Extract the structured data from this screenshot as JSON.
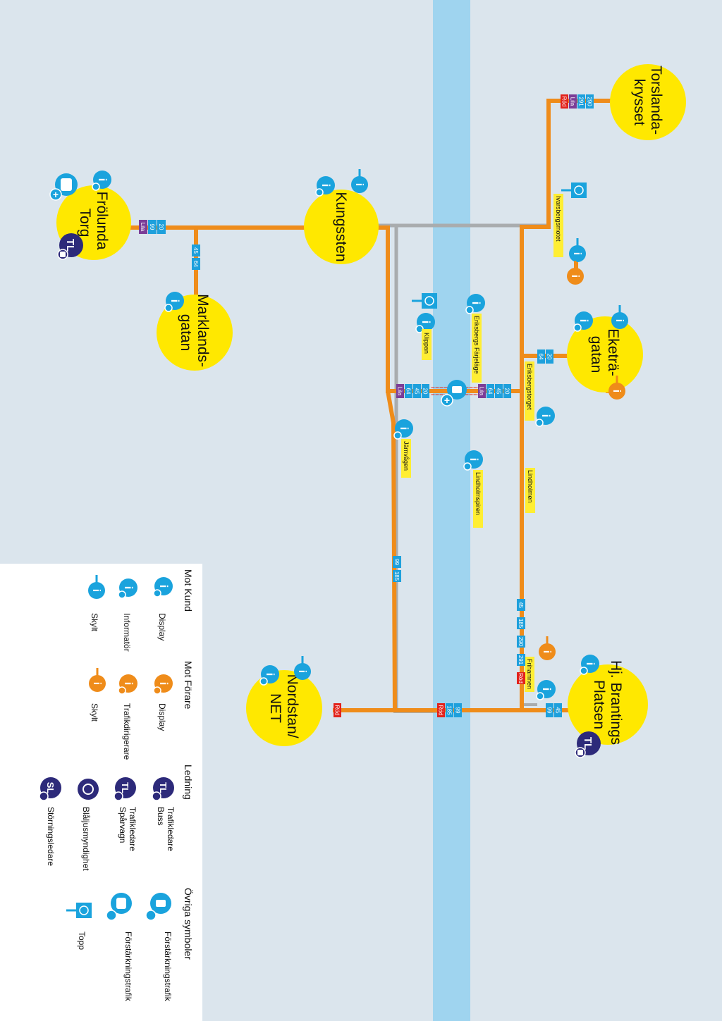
{
  "colors": {
    "background": "#dbe5ed",
    "river": "#9fd4ef",
    "route": "#ef8c1a",
    "grey_route": "#a9acae",
    "hub": "#ffe800",
    "info_blue": "#1aa3dd",
    "info_orange": "#ef8c1a",
    "badge_blue": "#1ea0dc",
    "badge_lila": "#7b3d97",
    "badge_rod": "#e2221b",
    "label_yellow": "#ffee33",
    "navy": "#2d2a7a"
  },
  "hubs": {
    "frolunda": [
      "Frölunda",
      "Torg"
    ],
    "kungssten": [
      "Kungssten"
    ],
    "marklands": [
      "Marklands-",
      "gatan"
    ],
    "torslanda": [
      "Torslanda-",
      "krysset"
    ],
    "eketra": [
      "Eketrä-",
      "gatan"
    ],
    "nordstan": [
      "Nordstan/",
      "NET"
    ],
    "brantings": [
      "Hj. Brantings",
      "Platsen"
    ]
  },
  "stops": {
    "ivarsbergsmotet": "Ivarsbergsmotet",
    "klippan": "Klippan",
    "eriksbergs_farjelage": "Eriksbergs Färjeläge",
    "eriksbergstorget": "Eriksbergstorget",
    "jarnvagen": "Järnvågen",
    "lindholmspiren": "Lindholmspiren",
    "lindholmen": "Lindholmen",
    "frihamnen": "Frihamnen"
  },
  "badges": {
    "frolunda": [
      "20",
      "99",
      "Lila"
    ],
    "marklands": [
      "45",
      "64"
    ],
    "torslanda": [
      "290",
      "291",
      "Lila",
      "Röd"
    ],
    "ekedwest": [
      "20",
      "64"
    ],
    "ferry_west": [
      "20",
      "45",
      "64",
      "Lila"
    ],
    "ferry_east": [
      "20",
      "45",
      "64",
      "Lila"
    ],
    "west_vertical": [
      "99",
      "185"
    ],
    "nordstan": [
      "Röd"
    ],
    "bottom_mid": [
      "99",
      "185",
      "Röd"
    ],
    "east_vertical": [
      "45",
      "185",
      "290",
      "291",
      "Röd"
    ],
    "brantings": [
      "45",
      "99"
    ]
  },
  "tl": "TL",
  "sl": "SL",
  "legend": {
    "mot_kund": {
      "title": "Mot Kund",
      "items": [
        "Display",
        "Informatör",
        "Skylt"
      ]
    },
    "mot_forare": {
      "title": "Mot Förare",
      "items": [
        "Display",
        "Trafikdirigerare",
        "Skylt"
      ]
    },
    "ledning": {
      "title": "Ledning",
      "items": [
        [
          "Trafikledare",
          "Buss"
        ],
        [
          "Trafikledare",
          "Spårvagn"
        ],
        [
          "Blåljusmyndighet"
        ],
        [
          "Störningsledare"
        ]
      ]
    },
    "ovriga": {
      "title": "Övriga symboler",
      "items": [
        "Förstärkningstrafik",
        "Förstärkningstrafik",
        "Topp"
      ]
    }
  }
}
